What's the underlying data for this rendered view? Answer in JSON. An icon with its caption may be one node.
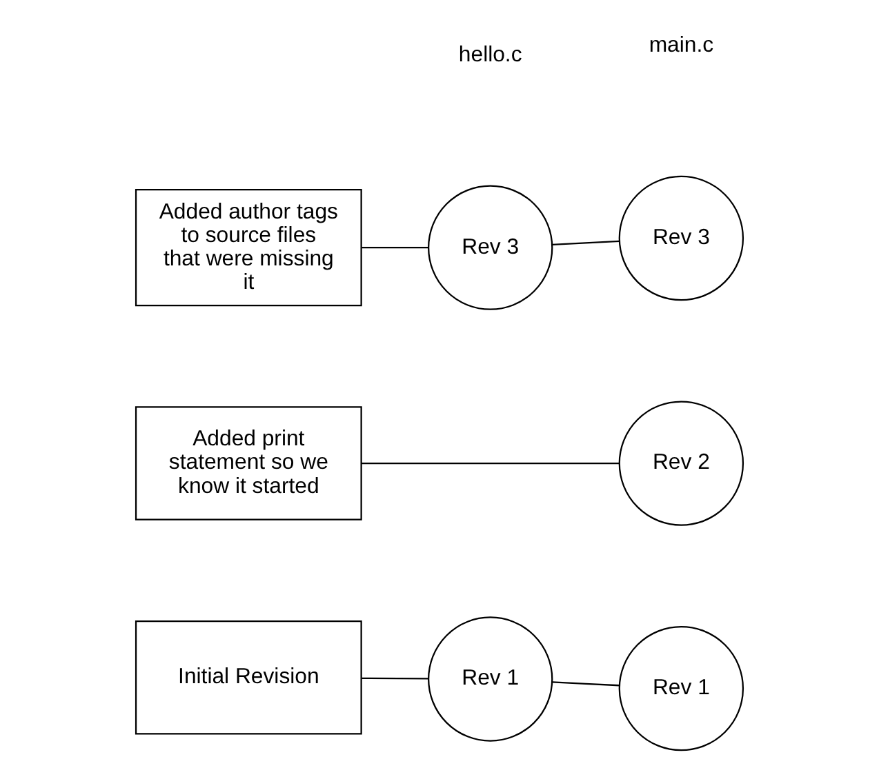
{
  "diagram": {
    "nodes": [
      {
        "text": [
          "Added author tags to source files that were missing it"
        ]
      },
      {
        "text": [
          "Rev 3"
        ]
      },
      {
        "text": [
          "Rev 3"
        ]
      },
      {
        "text": [
          "Added print statement so we know it started"
        ]
      },
      {
        "text": [
          "Rev 2"
        ]
      },
      {
        "text": [
          "Initial Revision"
        ]
      },
      {
        "text": [
          "Rev 1"
        ]
      },
      {
        "text": [
          "Rev 1"
        ]
      }
    ],
    "edges": [
      {
        "from": 0,
        "to": 1,
        "arrow": "none"
      },
      {
        "from": 1,
        "to": 2,
        "arrow": "none"
      },
      {
        "from": 3,
        "to": 4,
        "arrow": "none"
      },
      {
        "from": 5,
        "to": 6,
        "arrow": "none"
      },
      {
        "from": 6,
        "to": 7,
        "arrow": "none"
      }
    ],
    "labels": [
      "hello.c",
      "main.c"
    ]
  }
}
